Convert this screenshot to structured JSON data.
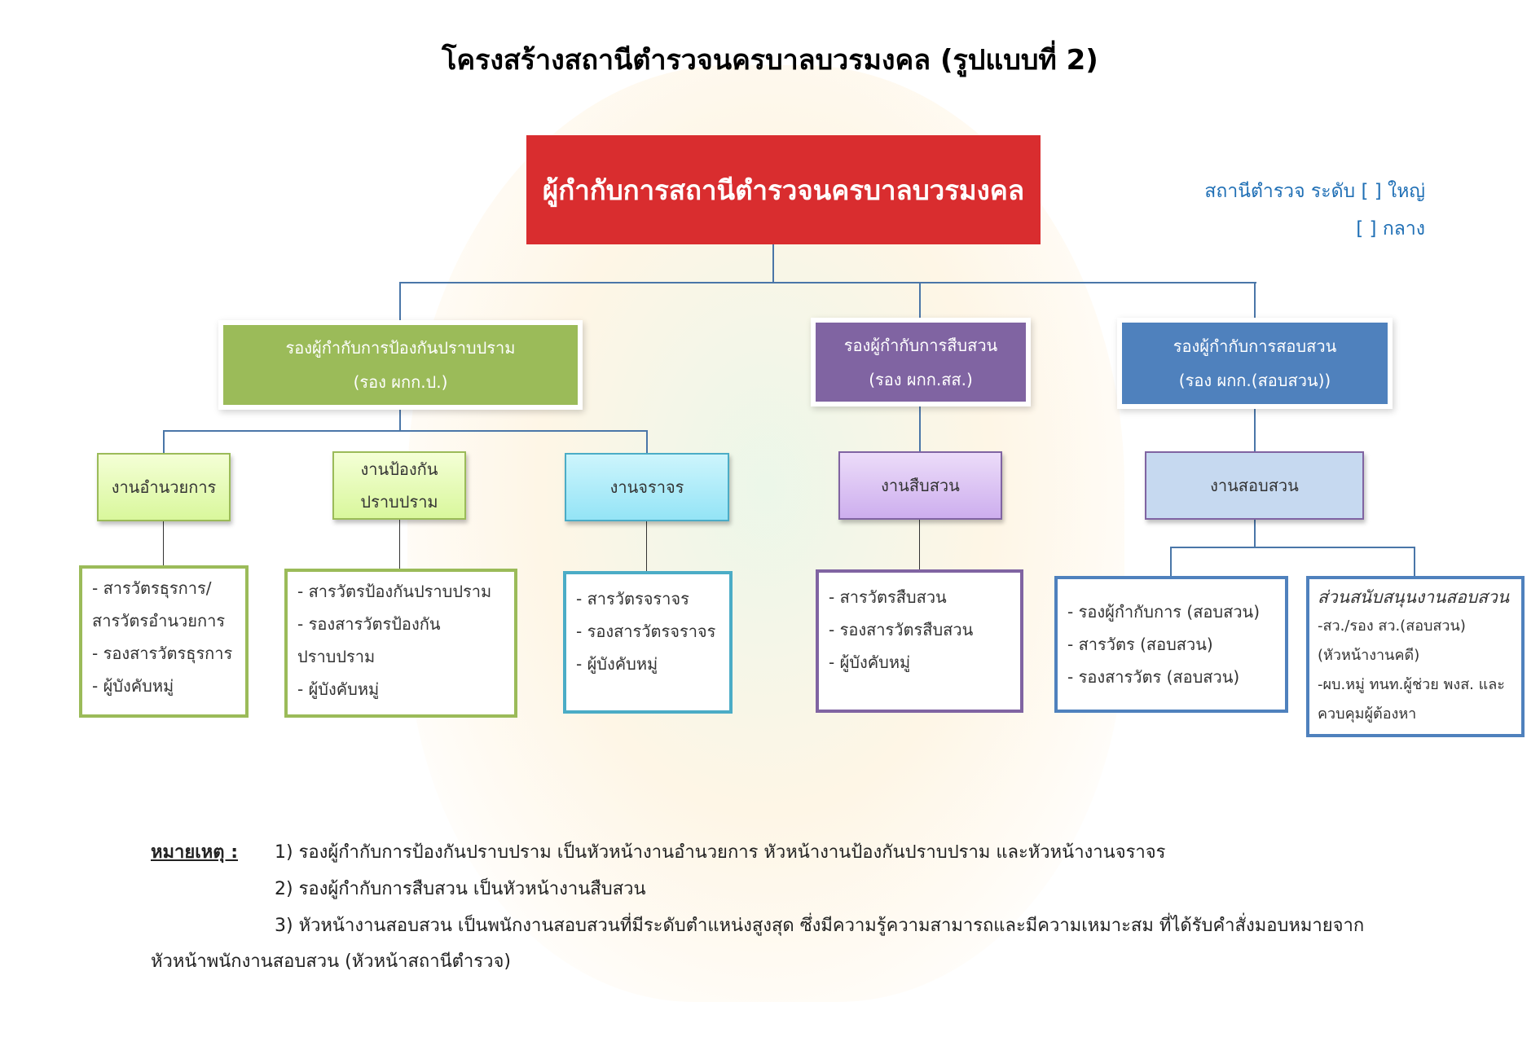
{
  "title": "โครงสร้างสถานีตำรวจนครบาลบวรมงคล (รูปแบบที่ 2)",
  "head": "ผู้กำกับการสถานีตำรวจนครบาลบวรมงคล",
  "level_legend": {
    "line1": "สถานีตำรวจ ระดับ [ ] ใหญ่",
    "line2": "[ ] กลาง"
  },
  "deputies": [
    {
      "line1": "รองผู้กำกับการป้องกันปราบปราม",
      "line2": "(รอง ผกก.ป.)",
      "color": "#9bbb59"
    },
    {
      "line1": "รองผู้กำกับการสืบสวน",
      "line2": "(รอง ผกก.สส.)",
      "color": "#8064a2"
    },
    {
      "line1": "รองผู้กำกับการสอบสวน",
      "line2": "(รอง ผกก.(สอบสวน))",
      "color": "#4f81bd"
    }
  ],
  "units": [
    {
      "line1": "งานอำนวยการ"
    },
    {
      "line1": "งานป้องกัน",
      "line2": "ปราบปราม"
    },
    {
      "line1": "งานจราจร"
    },
    {
      "line1": "งานสืบสวน"
    },
    {
      "line1": "งานสอบสวน"
    }
  ],
  "staff": [
    {
      "lines": [
        "- สารวัตรธุรการ/",
        "สารวัตรอำนวยการ",
        "- รองสารวัตรธุรการ",
        "- ผู้บังคับหมู่"
      ]
    },
    {
      "lines": [
        "- สารวัตรป้องกันปราบปราม",
        "- รองสารวัตรป้องกัน",
        "ปราบปราม",
        "- ผู้บังคับหมู่"
      ]
    },
    {
      "lines": [
        "- สารวัตรจราจร",
        "- รองสารวัตรจราจร",
        "- ผู้บังคับหมู่"
      ]
    },
    {
      "lines": [
        "- สารวัตรสืบสวน",
        "- รองสารวัตรสืบสวน",
        "- ผู้บังคับหมู่"
      ]
    },
    {
      "lines": [
        "- รองผู้กำกับการ (สอบสวน)",
        "- สารวัตร (สอบสวน)",
        "- รองสารวัตร (สอบสวน)"
      ]
    },
    {
      "heading": "ส่วนสนับสนุนงานสอบสวน",
      "lines": [
        "-สว./รอง สว.(สอบสวน)",
        "(หัวหน้างานคดี)",
        "-ผบ.หมู่ ทนท.ผู้ช่วย พงส. และ",
        "ควบคุมผู้ต้องหา"
      ]
    }
  ],
  "notes": {
    "label": "หมายเหตุ :",
    "items": [
      "1) รองผู้กำกับการป้องกันปราบปราม เป็นหัวหน้างานอำนวยการ หัวหน้างานป้องกันปราบปราม และหัวหน้างานจราจร",
      "2) รองผู้กำกับการสืบสวน เป็นหัวหน้างานสืบสวน",
      "3) หัวหน้างานสอบสวน เป็นพนักงานสอบสวนที่มีระดับตำแหน่งสูงสุด ซึ่งมีความรู้ความสามารถและมีความเหมาะสม ที่ได้รับคำสั่งมอบหมายจาก"
    ],
    "continuation": "หัวหน้าพนักงานสอบสวน (หัวหน้าสถานีตำรวจ)"
  }
}
